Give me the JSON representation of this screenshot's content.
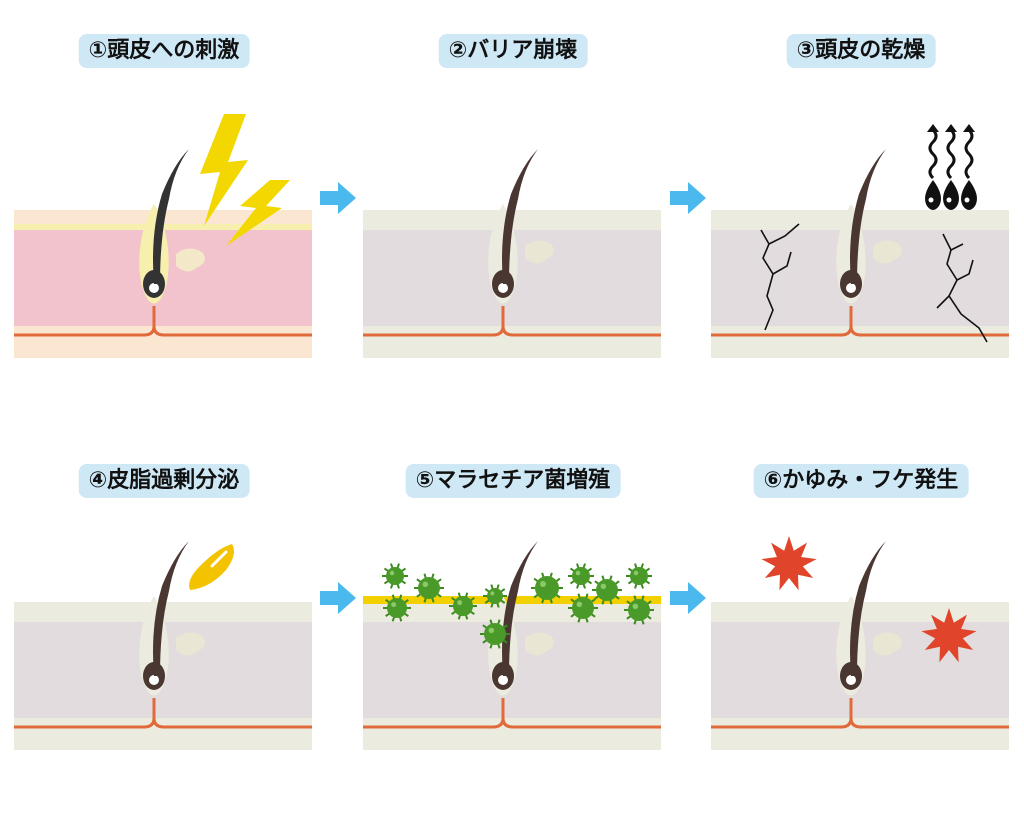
{
  "steps": [
    {
      "label": "①頭皮への刺激"
    },
    {
      "label": "②バリア崩壊"
    },
    {
      "label": "③頭皮の乾燥"
    },
    {
      "label": "④皮脂過剰分泌"
    },
    {
      "label": "⑤マラセチア菌増殖"
    },
    {
      "label": "⑥かゆみ・フケ発生"
    }
  ],
  "colors": {
    "label_bg": "#cfe8f6",
    "arrow": "#4bb8ee",
    "skin_irritated": "#f2c3cd",
    "skin_normal": "#e3dcde",
    "top_layer": "#ecebdf",
    "hair": "#4a3732",
    "lightning": "#f2d800",
    "sebum": "#f3c300",
    "bacteria": "#4a9a2a",
    "itch": "#e0452c",
    "vein": "#e06a3a"
  }
}
